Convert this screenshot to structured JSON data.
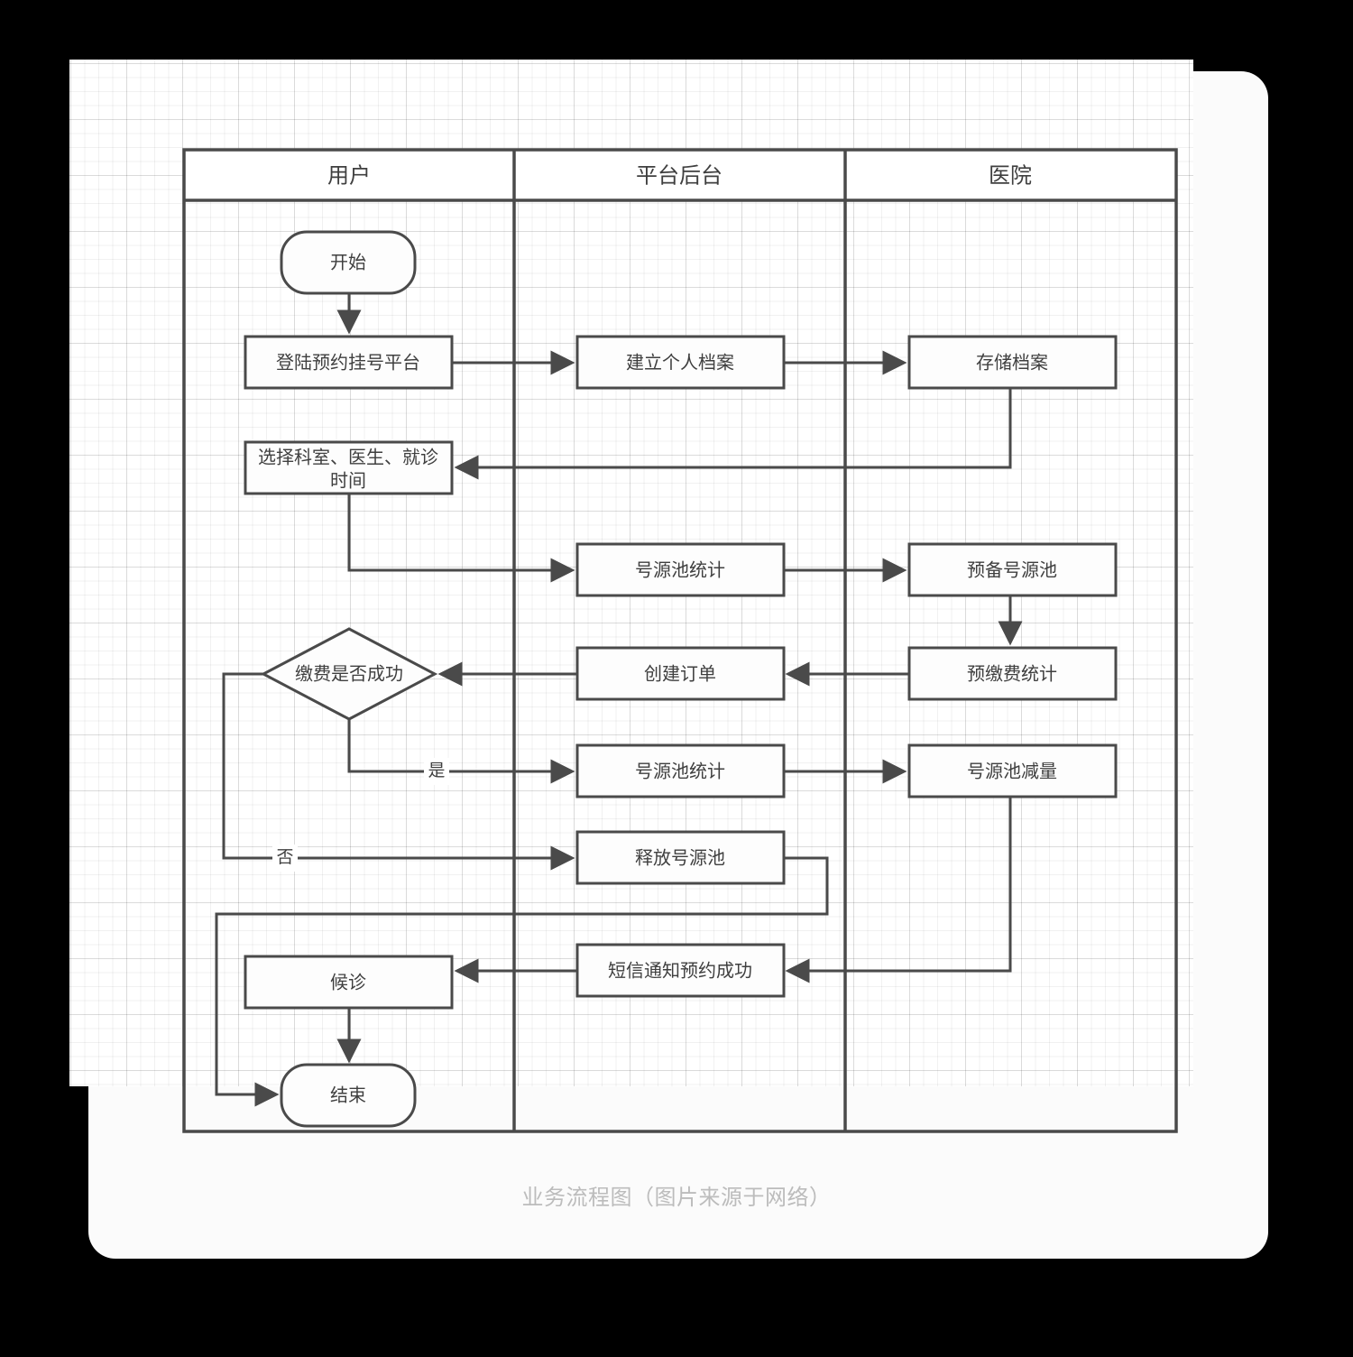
{
  "caption": "业务流程图（图片来源于网络）",
  "colors": {
    "page_background": "#000000",
    "card_background": "#fbfbfb",
    "canvas_background": "#ffffff",
    "stroke": "#4a4a4a",
    "text": "#3f3f3f",
    "caption_text": "#bcbcbc",
    "grid_line": "#eeeeee"
  },
  "diagram": {
    "type": "swimlane-flowchart",
    "lanes": [
      {
        "id": "user",
        "label": "用户"
      },
      {
        "id": "platform",
        "label": "平台后台"
      },
      {
        "id": "hospital",
        "label": "医院"
      }
    ],
    "nodes": [
      {
        "id": "start",
        "lane": "user",
        "shape": "terminator",
        "label": "开始"
      },
      {
        "id": "login",
        "lane": "user",
        "shape": "process",
        "label": "登陆预约挂号平台"
      },
      {
        "id": "select",
        "lane": "user",
        "shape": "process",
        "label_line1": "选择科室、医生、就诊",
        "label_line2": "时间"
      },
      {
        "id": "pay_decision",
        "lane": "user",
        "shape": "decision",
        "label": "缴费是否成功"
      },
      {
        "id": "waiting",
        "lane": "user",
        "shape": "process",
        "label": "候诊"
      },
      {
        "id": "end",
        "lane": "user",
        "shape": "terminator",
        "label": "结束"
      },
      {
        "id": "create_file",
        "lane": "platform",
        "shape": "process",
        "label": "建立个人档案"
      },
      {
        "id": "pool_stat_1",
        "lane": "platform",
        "shape": "process",
        "label": "号源池统计"
      },
      {
        "id": "create_order",
        "lane": "platform",
        "shape": "process",
        "label": "创建订单"
      },
      {
        "id": "pool_stat_2",
        "lane": "platform",
        "shape": "process",
        "label": "号源池统计"
      },
      {
        "id": "release_pool",
        "lane": "platform",
        "shape": "process",
        "label": "释放号源池"
      },
      {
        "id": "sms_notify",
        "lane": "platform",
        "shape": "process",
        "label": "短信通知预约成功"
      },
      {
        "id": "store_file",
        "lane": "hospital",
        "shape": "process",
        "label": "存储档案"
      },
      {
        "id": "prep_pool",
        "lane": "hospital",
        "shape": "process",
        "label": "预备号源池"
      },
      {
        "id": "prepay_stat",
        "lane": "hospital",
        "shape": "process",
        "label": "预缴费统计"
      },
      {
        "id": "pool_reduce",
        "lane": "hospital",
        "shape": "process",
        "label": "号源池减量"
      }
    ],
    "edges": [
      {
        "from": "start",
        "to": "login",
        "label": ""
      },
      {
        "from": "login",
        "to": "create_file",
        "label": ""
      },
      {
        "from": "create_file",
        "to": "store_file",
        "label": ""
      },
      {
        "from": "store_file",
        "to": "select",
        "label": ""
      },
      {
        "from": "select",
        "to": "pool_stat_1",
        "label": ""
      },
      {
        "from": "pool_stat_1",
        "to": "prep_pool",
        "label": ""
      },
      {
        "from": "prep_pool",
        "to": "prepay_stat",
        "label": ""
      },
      {
        "from": "prepay_stat",
        "to": "create_order",
        "label": ""
      },
      {
        "from": "create_order",
        "to": "pay_decision",
        "label": ""
      },
      {
        "from": "pay_decision",
        "to": "pool_stat_2",
        "label": "是"
      },
      {
        "from": "pay_decision",
        "to": "release_pool",
        "label": "否"
      },
      {
        "from": "pool_stat_2",
        "to": "pool_reduce",
        "label": ""
      },
      {
        "from": "pool_reduce",
        "to": "sms_notify",
        "label": ""
      },
      {
        "from": "sms_notify",
        "to": "waiting",
        "label": ""
      },
      {
        "from": "waiting",
        "to": "end",
        "label": ""
      },
      {
        "from": "release_pool",
        "to": "end",
        "label": ""
      }
    ],
    "edge_labels": {
      "yes": "是",
      "no": "否"
    }
  }
}
